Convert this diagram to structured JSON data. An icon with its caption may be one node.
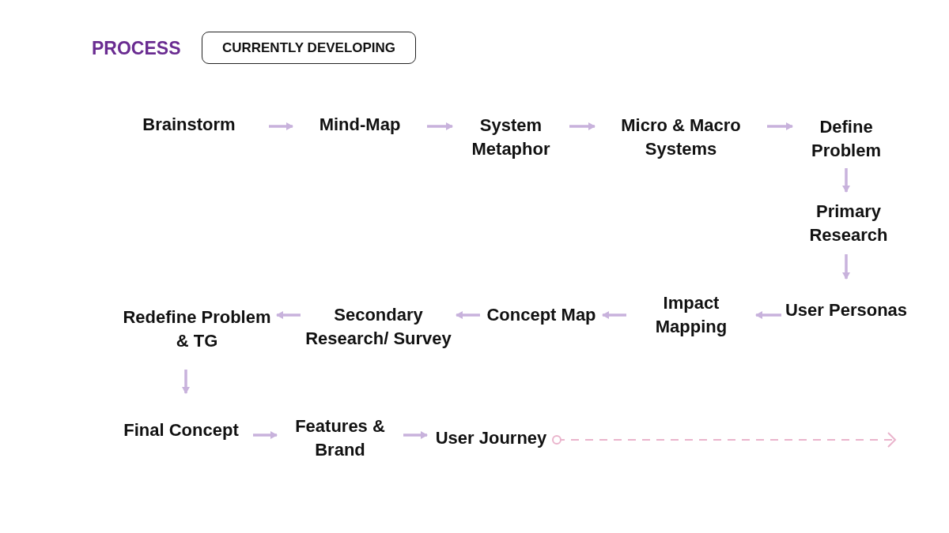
{
  "diagram": {
    "title": "PROCESS",
    "nodes": [
      {
        "text": [
          "CURRENTLY DEVELOPING"
        ]
      },
      {
        "text": [
          "Brainstorm"
        ]
      },
      {
        "text": [
          "Mind-Map"
        ]
      },
      {
        "text": [
          "System Metaphor"
        ]
      },
      {
        "text": [
          "Micro & Macro Systems"
        ]
      },
      {
        "text": [
          "Define Problem"
        ]
      },
      {
        "text": [
          "Primary Research"
        ]
      },
      {
        "text": [
          "Redefine Problem & TG"
        ]
      },
      {
        "text": [
          "Secondary Research/ Survey"
        ]
      },
      {
        "text": [
          "Concept Map"
        ]
      },
      {
        "text": [
          "Impact Mapping"
        ]
      },
      {
        "text": [
          "User Personas"
        ]
      },
      {
        "text": [
          "Final Concept"
        ]
      },
      {
        "text": [
          "Features & Brand"
        ]
      },
      {
        "text": [
          "User Journey"
        ]
      }
    ],
    "edges": [
      {
        "from": 1,
        "to": 2,
        "arrow": "to"
      },
      {
        "from": 2,
        "to": 3,
        "arrow": "to"
      },
      {
        "from": 3,
        "to": 4,
        "arrow": "to"
      },
      {
        "from": 4,
        "to": 5,
        "arrow": "to"
      },
      {
        "from": 5,
        "to": 6,
        "arrow": "to"
      },
      {
        "from": 6,
        "to": 11,
        "arrow": "to"
      },
      {
        "from": 11,
        "to": 10,
        "arrow": "to"
      },
      {
        "from": 10,
        "to": 9,
        "arrow": "to"
      },
      {
        "from": 9,
        "to": 8,
        "arrow": "to"
      },
      {
        "from": 8,
        "to": 7,
        "arrow": "to"
      },
      {
        "from": 7,
        "to": 12,
        "arrow": "to"
      },
      {
        "from": 12,
        "to": 13,
        "arrow": "to"
      },
      {
        "from": 13,
        "to": 14,
        "arrow": "to"
      },
      {
        "from": 14,
        "to": null,
        "arrow": "to",
        "style": "dashed",
        "color": "#eab4cc"
      }
    ]
  }
}
